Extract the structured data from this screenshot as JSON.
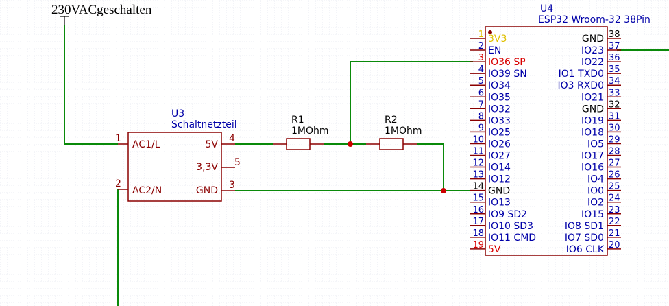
{
  "net_label": "230VACgeschalten",
  "u3": {
    "ref": "U3",
    "value": "Schaltnetzteil",
    "pins": [
      {
        "num": "1",
        "name": "AC1/L"
      },
      {
        "num": "2",
        "name": "AC2/N"
      },
      {
        "num": "4",
        "name": "5V"
      },
      {
        "num": "5",
        "name": "3,3V"
      },
      {
        "num": "3",
        "name": "GND"
      }
    ]
  },
  "r1": {
    "ref": "R1",
    "value": "1MOhm"
  },
  "r2": {
    "ref": "R2",
    "value": "1MOhm"
  },
  "u4": {
    "ref": "U4",
    "value": "ESP32 Wroom-32 38Pin",
    "left_pins": [
      {
        "num": "1",
        "name": "3V3"
      },
      {
        "num": "2",
        "name": "EN"
      },
      {
        "num": "3",
        "name": "IO36 SP"
      },
      {
        "num": "4",
        "name": "IO39 SN"
      },
      {
        "num": "5",
        "name": "IO34"
      },
      {
        "num": "6",
        "name": "IO35"
      },
      {
        "num": "7",
        "name": "IO32"
      },
      {
        "num": "8",
        "name": "IO33"
      },
      {
        "num": "9",
        "name": "IO25"
      },
      {
        "num": "10",
        "name": "IO26"
      },
      {
        "num": "11",
        "name": "IO27"
      },
      {
        "num": "12",
        "name": "IO14"
      },
      {
        "num": "13",
        "name": "IO12"
      },
      {
        "num": "14",
        "name": "GND"
      },
      {
        "num": "15",
        "name": "IO13"
      },
      {
        "num": "16",
        "name": "IO9 SD2"
      },
      {
        "num": "17",
        "name": "IO10 SD3"
      },
      {
        "num": "18",
        "name": "IO11 CMD"
      },
      {
        "num": "19",
        "name": "5V"
      }
    ],
    "right_pins": [
      {
        "num": "38",
        "name": "GND"
      },
      {
        "num": "37",
        "name": "IO23"
      },
      {
        "num": "36",
        "name": "IO22"
      },
      {
        "num": "35",
        "name": "IO1 TXD0"
      },
      {
        "num": "34",
        "name": "IO3 RXD0"
      },
      {
        "num": "33",
        "name": "IO21"
      },
      {
        "num": "32",
        "name": "GND"
      },
      {
        "num": "31",
        "name": "IO19"
      },
      {
        "num": "30",
        "name": "IO18"
      },
      {
        "num": "29",
        "name": "IO5"
      },
      {
        "num": "28",
        "name": "IO17"
      },
      {
        "num": "27",
        "name": "IO16"
      },
      {
        "num": "26",
        "name": "IO4"
      },
      {
        "num": "25",
        "name": "IO0"
      },
      {
        "num": "24",
        "name": "IO2"
      },
      {
        "num": "23",
        "name": "IO15"
      },
      {
        "num": "22",
        "name": "IO8 SD1"
      },
      {
        "num": "21",
        "name": "IO7 SD0"
      },
      {
        "num": "20",
        "name": "IO6 CLK"
      }
    ]
  },
  "colors": {
    "wire": "#0a8a0a",
    "part": "#8b0000",
    "text": "#0000a8",
    "power_pin": "#d90000",
    "pin3v3": "#e0c000",
    "grid": "#d7dbe8"
  }
}
